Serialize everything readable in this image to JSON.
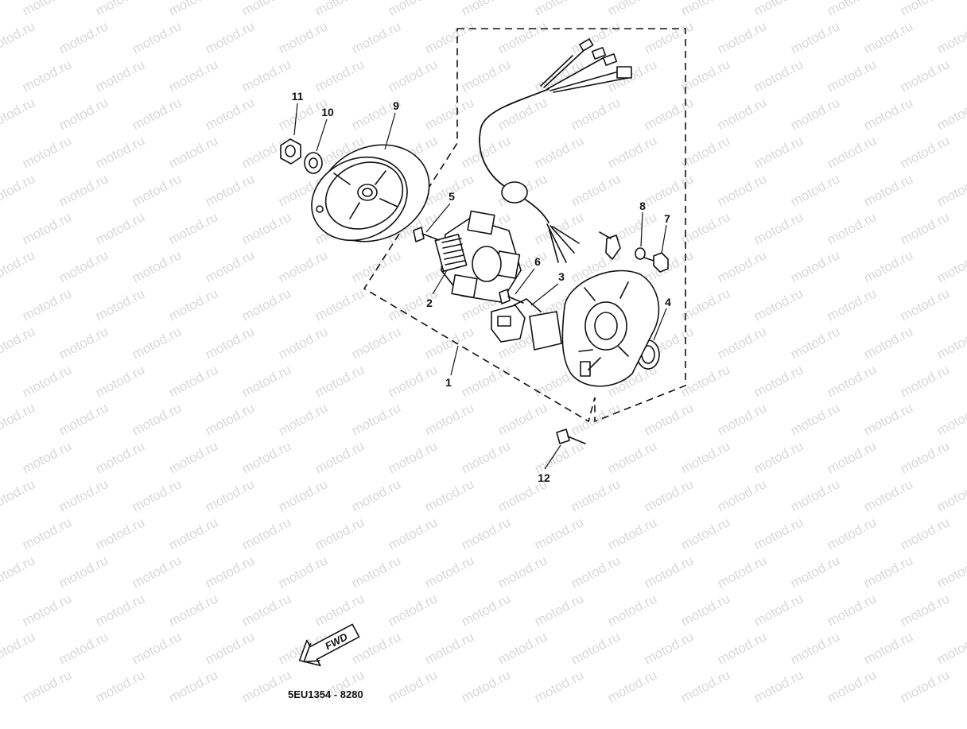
{
  "watermark": {
    "text": "motod.ru"
  },
  "callouts": [
    {
      "id": "1",
      "label": "1"
    },
    {
      "id": "2",
      "label": "2"
    },
    {
      "id": "3",
      "label": "3"
    },
    {
      "id": "4",
      "label": "4"
    },
    {
      "id": "5",
      "label": "5"
    },
    {
      "id": "6",
      "label": "6"
    },
    {
      "id": "7",
      "label": "7"
    },
    {
      "id": "8",
      "label": "8"
    },
    {
      "id": "9",
      "label": "9"
    },
    {
      "id": "10",
      "label": "10"
    },
    {
      "id": "11",
      "label": "11"
    },
    {
      "id": "12",
      "label": "12"
    }
  ],
  "direction_arrow": {
    "label": "FWD"
  },
  "diagram_code": "5EU1354 - 8280",
  "colors": {
    "ink": "#111111",
    "watermark": "#b9b9b9",
    "background": "#ffffff"
  }
}
